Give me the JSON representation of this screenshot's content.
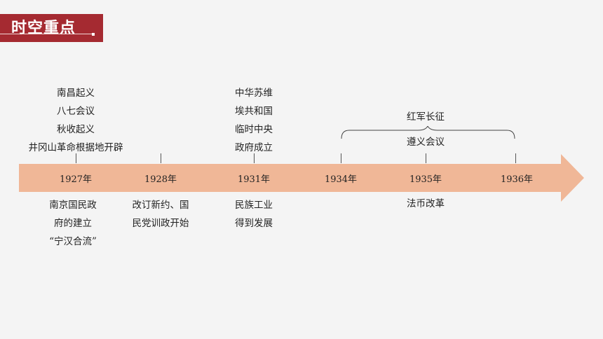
{
  "header": {
    "title": "时空重点"
  },
  "timeline": {
    "years": [
      "1927年",
      "1928年",
      "1931年",
      "1934年",
      "1935年",
      "1936年"
    ],
    "above": {
      "y1927": [
        "南昌起义",
        "八七会议",
        "秋收起义",
        "井冈山革命根据地开辟"
      ],
      "y1931": [
        "中华苏维",
        "埃共和国",
        "临时中央",
        "政府成立"
      ],
      "span_label": "红军长征",
      "y1935": "遵义会议"
    },
    "below": {
      "y1927": [
        "南京国民政",
        "府的建立",
        "“宁汉合流”"
      ],
      "y1928": [
        "改订新约、国",
        "民党训政开始"
      ],
      "y1931": [
        "民族工业",
        "得到发展"
      ],
      "y1935": "法币改革"
    }
  }
}
